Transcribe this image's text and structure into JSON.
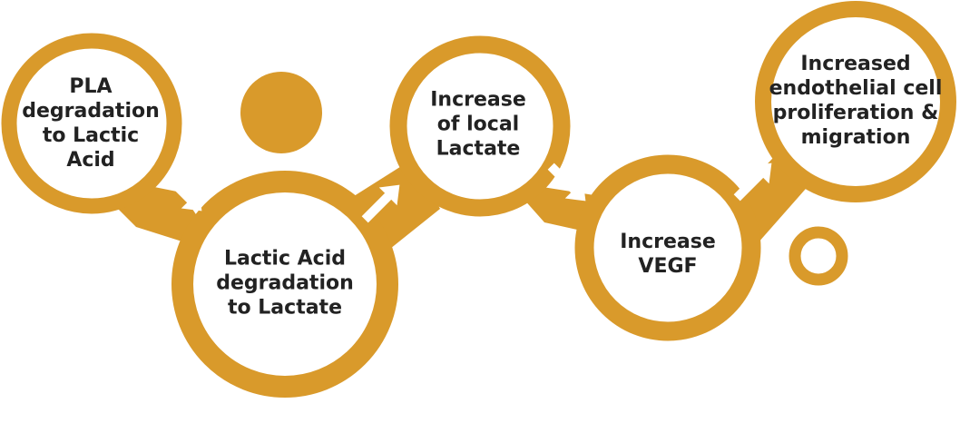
{
  "colors": {
    "accent": "#d99a2b",
    "circle_fill": "#ffffff",
    "text": "#222222",
    "arrow": "#ffffff"
  },
  "nodes": [
    {
      "lines": [
        "PLA",
        "degradation",
        "to Lactic",
        "Acid"
      ]
    },
    {
      "lines": [
        "Lactic Acid",
        "degradation",
        "to Lactate"
      ]
    },
    {
      "lines": [
        "Increase",
        "of local",
        "Lactate"
      ]
    },
    {
      "lines": [
        "Increase",
        "VEGF"
      ]
    },
    {
      "lines": [
        "Increased",
        "endothelial cell",
        "proliferation &",
        "migration"
      ]
    }
  ],
  "arrows": [
    {
      "from": "node-1",
      "to": "node-2",
      "icon": "arrow-right-down-icon"
    },
    {
      "from": "node-2",
      "to": "node-3",
      "icon": "arrow-right-up-icon"
    },
    {
      "from": "node-3",
      "to": "node-4",
      "icon": "arrow-right-down-icon"
    },
    {
      "from": "node-4",
      "to": "node-5",
      "icon": "arrow-right-up-icon"
    }
  ],
  "decorations": [
    {
      "name": "decorative-filled-dot-icon"
    },
    {
      "name": "decorative-ring-icon"
    }
  ]
}
